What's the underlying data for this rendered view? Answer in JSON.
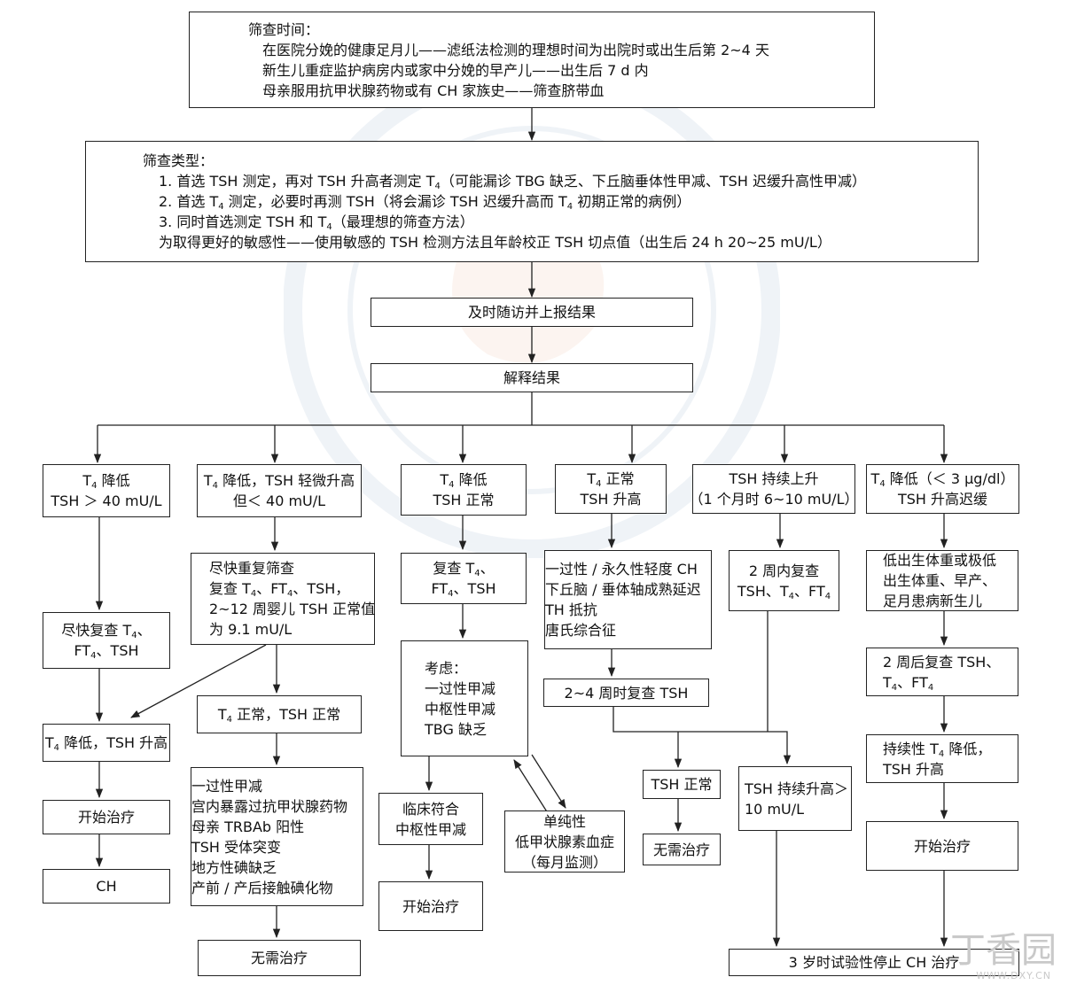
{
  "screening_time": {
    "title": "筛查时间：",
    "lines": [
      "在医院分娩的健康足月儿——滤纸法检测的理想时间为出院时或出生后第 2~4 天",
      "新生儿重症监护病房内或家中分娩的早产儿——出生后 7 d 内",
      "母亲服用抗甲状腺药物或有 CH 家族史——筛查脐带血"
    ]
  },
  "screening_type": {
    "title": "筛查类型：",
    "line1": [
      "1. 首选 TSH 测定，再对 TSH 升高者测定 T",
      "4",
      "（可能漏诊 TBG 缺乏、下丘脑垂体性甲减、TSH 迟缓升高性甲减）"
    ],
    "line2": [
      "2. 首选 T",
      "4",
      " 测定，必要时再测 TSH（将会漏诊 TSH 迟缓升高而 T",
      "4",
      " 初期正常的病例）"
    ],
    "line3": [
      "3. 同时首选测定 TSH 和 T",
      "4",
      "（最理想的筛查方法）"
    ],
    "line4": "为取得更好的敏感性——使用敏感的 TSH 检测方法且年龄校正 TSH 切点值（出生后 24 h 20~25 mU/L）"
  },
  "followup": "及时随访并上报结果",
  "interpret": "解释结果",
  "col1": {
    "head": [
      "T",
      "4",
      " 降低",
      "TSH ＞ 40 mU/L"
    ],
    "recheck": [
      "尽快复查 T",
      "4",
      "、",
      "FT",
      "4",
      "、TSH"
    ],
    "result": [
      "T",
      "4",
      " 降低，TSH 升高"
    ],
    "treat": "开始治疗",
    "final": "CH"
  },
  "col2": {
    "head": [
      "T",
      "4",
      " 降低，TSH 轻微升高",
      "但＜ 40 mU/L"
    ],
    "recheck": [
      "尽快重复筛查",
      "复查 T",
      "4",
      "、FT",
      "4",
      "、TSH，",
      "2~12 周婴儿 TSH 正常值",
      "为 9.1 mU/L"
    ],
    "normal": [
      "T",
      "4",
      " 正常，TSH 正常"
    ],
    "causes": [
      "一过性甲减",
      "宫内暴露过抗甲状腺药物",
      "母亲 TRBAb 阳性",
      "TSH 受体突变",
      "地方性碘缺乏",
      "产前 / 产后接触碘化物"
    ],
    "final": "无需治疗"
  },
  "col3": {
    "head": [
      "T",
      "4",
      " 降低",
      "TSH 正常"
    ],
    "recheck": [
      "复查 T",
      "4",
      "、",
      "FT",
      "4",
      "、TSH"
    ],
    "consider": [
      "考虑：",
      "一过性甲减",
      "中枢性甲减",
      "TBG 缺乏"
    ],
    "central": [
      "临床符合",
      "中枢性甲减"
    ],
    "treat": "开始治疗",
    "hypo": [
      "单纯性",
      "低甲状腺素血症",
      "（每月监测）"
    ]
  },
  "col4": {
    "head": [
      "T",
      "4",
      " 正常",
      "TSH 升高"
    ],
    "causes": [
      "一过性 / 永久性轻度 CH",
      "下丘脑 / 垂体轴成熟延迟",
      "TH 抵抗",
      "唐氏综合征"
    ],
    "recheck": "2~4 周时复查 TSH",
    "normal": "TSH 正常",
    "final": "无需治疗"
  },
  "col5": {
    "head": [
      "TSH 持续上升",
      "（1 个月时 6~10 mU/L）"
    ],
    "recheck": [
      "2 周内复查",
      "TSH、T",
      "4",
      "、FT",
      "4"
    ],
    "persist": [
      "TSH 持续升高＞",
      "10 mU/L"
    ]
  },
  "col6": {
    "head": [
      "T",
      "4",
      " 降低（＜ 3 μg/dl）",
      "TSH 升高迟缓"
    ],
    "risk": [
      "低出生体重或极低",
      "出生体重、早产、",
      "足月患病新生儿"
    ],
    "recheck": [
      "2 周后复查 TSH、",
      "T",
      "4",
      "、FT",
      "4"
    ],
    "persist": [
      "持续性 T",
      "4",
      " 降低，",
      "TSH 升高"
    ],
    "treat": "开始治疗"
  },
  "stop": "3 岁时试验性停止 CH 治疗",
  "watermark_logo": "丁香园",
  "watermark_url": "WWW.DXY.CN"
}
